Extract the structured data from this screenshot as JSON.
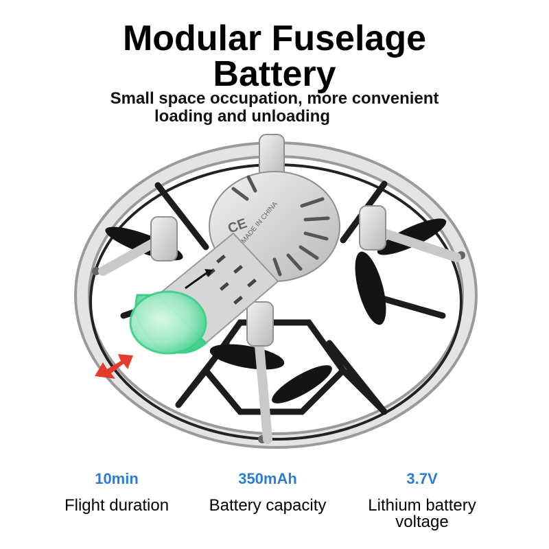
{
  "header": {
    "title_line1": "Modular Fuselage",
    "title_line2": "Battery",
    "subtitle_line1": "Small space occupation, more convenient",
    "subtitle_line2": "loading and unloading"
  },
  "specs": [
    {
      "value": "10min",
      "label_line1": "Flight duration",
      "label_line2": ""
    },
    {
      "value": "350mAh",
      "label_line1": "Battery capacity",
      "label_line2": ""
    },
    {
      "value": "3.7V",
      "label_line1": "Lithium battery",
      "label_line2": "voltage"
    }
  ],
  "product": {
    "body_text": "MADE IN CHINA",
    "cert_text": "CE",
    "accent_color": "#2b7cd3",
    "battery_glow_color": "#5ee8a6",
    "arrow_color": "#e53b2e"
  }
}
